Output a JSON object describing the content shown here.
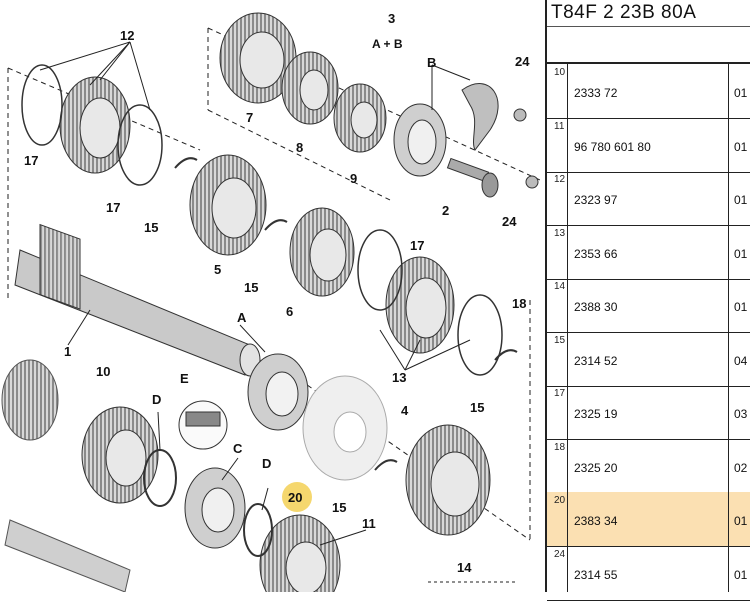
{
  "diagram": {
    "callouts": [
      "1",
      "2",
      "3",
      "A + B",
      "4",
      "5",
      "6",
      "7",
      "8",
      "9",
      "10",
      "11",
      "12",
      "13",
      "14",
      "15",
      "17",
      "18",
      "20",
      "24",
      "A",
      "B",
      "C",
      "D",
      "E"
    ],
    "highlighted_callout": "20"
  },
  "panel": {
    "title": "T84F 2 23B 80A",
    "rows": [
      {
        "ref": "10",
        "code": "2333 72",
        "qty": "01",
        "selected": false
      },
      {
        "ref": "11",
        "code": "96 780 601 80",
        "qty": "01",
        "selected": false
      },
      {
        "ref": "12",
        "code": "2323 97",
        "qty": "01",
        "selected": false
      },
      {
        "ref": "13",
        "code": "2353 66",
        "qty": "01",
        "selected": false
      },
      {
        "ref": "14",
        "code": "2388 30",
        "qty": "01",
        "selected": false
      },
      {
        "ref": "15",
        "code": "2314 52",
        "qty": "04",
        "selected": false
      },
      {
        "ref": "17",
        "code": "2325 19",
        "qty": "03",
        "selected": false
      },
      {
        "ref": "18",
        "code": "2325 20",
        "qty": "02",
        "selected": false
      },
      {
        "ref": "20",
        "code": "2383 34",
        "qty": "01",
        "selected": true
      },
      {
        "ref": "24",
        "code": "2314 55",
        "qty": "01",
        "selected": false
      }
    ]
  },
  "colors": {
    "selected_row": "#fbe0b2",
    "highlight_marker": "#f5d76e"
  }
}
